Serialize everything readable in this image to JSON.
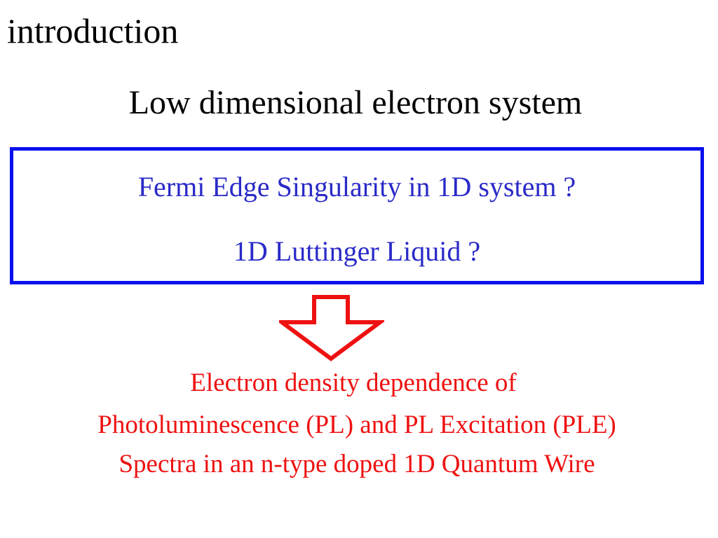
{
  "slide": {
    "title": "introduction",
    "subtitle": "Low dimensional electron system"
  },
  "questions": {
    "q1": "Fermi Edge Singularity in 1D system ?",
    "q2": "1D Luttinger Liquid ?",
    "border_color": "#0a10ee",
    "text_color": "#2a2ac8"
  },
  "arrow": {
    "icon": "down-arrow-outline-icon",
    "color": "#ee1111",
    "direction": "down"
  },
  "conclusion": {
    "line1": "Electron density dependence of",
    "line2": "Photoluminescence (PL) and PL Excitation (PLE)",
    "line3": "Spectra in an n-type doped 1D Quantum Wire",
    "color": "#ee1111"
  }
}
